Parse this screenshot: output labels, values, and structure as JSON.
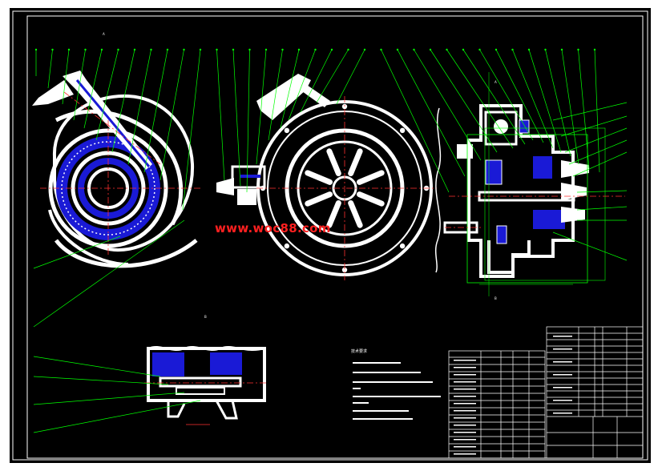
{
  "drawing": {
    "watermark": "www.woc88.com",
    "colors": {
      "background": "#000000",
      "outline": "#ffffff",
      "leader": "#00ff00",
      "section": "#1a1ad6",
      "center": "#ff3030",
      "dim": "#ffff00",
      "frame_view": "#00ff00"
    },
    "notes_title": "技术要求",
    "view_labels": [
      "A",
      "B",
      "A",
      "B"
    ]
  }
}
